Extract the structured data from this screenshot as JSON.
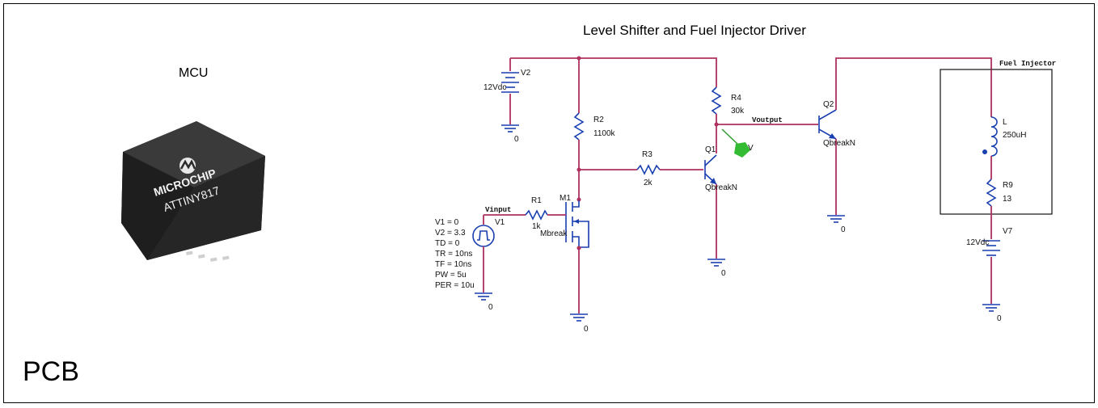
{
  "diagram": {
    "title": "Level Shifter and Fuel Injector Driver",
    "mcu_label": "MCU",
    "pcb_label": "PCB",
    "chip": {
      "brand": "MICROCHIP",
      "part": "ATTINY817"
    },
    "components": {
      "v2": {
        "name": "V2",
        "value": "12Vdc"
      },
      "r2": {
        "name": "R2",
        "value": "1100k"
      },
      "r4": {
        "name": "R4",
        "value": "30k"
      },
      "r3": {
        "name": "R3",
        "value": "2k"
      },
      "r1": {
        "name": "R1",
        "value": "1k"
      },
      "m1": {
        "name": "M1",
        "model": "Mbreak"
      },
      "q1": {
        "name": "Q1",
        "model": "QbreakN"
      },
      "q2": {
        "name": "Q2",
        "model": "QbreakN"
      },
      "v1": {
        "name": "V1"
      },
      "l": {
        "name": "L",
        "value": "250uH"
      },
      "r9": {
        "name": "R9",
        "value": "13"
      },
      "v7": {
        "name": "V7",
        "value": "12Vdc"
      },
      "probe": "V"
    },
    "nets": {
      "vinput": "Vinput",
      "voutput": "Voutput",
      "fuel_injector": "Fuel Injector"
    },
    "pulse_params": [
      "V1 = 0",
      "V2 = 3.3",
      "TD = 0",
      "TR = 10ns",
      "TF = 10ns",
      "PW = 5u",
      "PER = 10u"
    ],
    "ground": "0"
  }
}
